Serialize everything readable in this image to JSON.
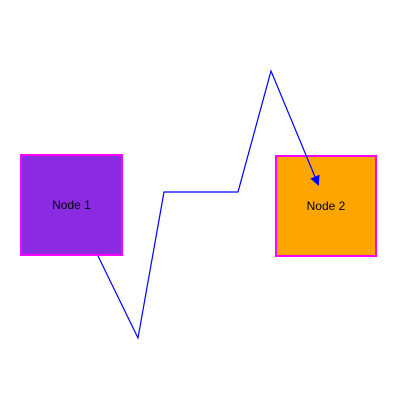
{
  "diagram": {
    "nodes": [
      {
        "id": "node1",
        "label": "Node 1",
        "fill": "#8a2be2",
        "stroke": "#ff00ff"
      },
      {
        "id": "node2",
        "label": "Node 2",
        "fill": "#ffa500",
        "stroke": "#ff00ff"
      }
    ],
    "edges": [
      {
        "from": "node1",
        "to": "node2",
        "color": "#0000ff",
        "arrow": "end"
      }
    ]
  }
}
